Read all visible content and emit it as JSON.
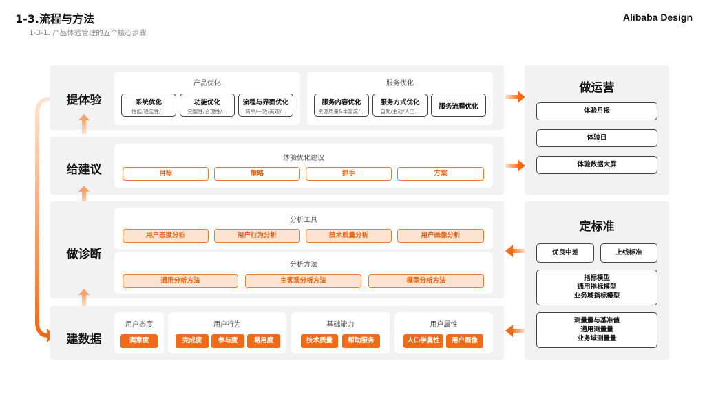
{
  "header": {
    "title": "1-3.流程与方法",
    "subtitle": "1-3-1. 产品体验管理的五个核心步骤",
    "brand": "Alibaba Design"
  },
  "rows": {
    "r1": {
      "label": "提体验",
      "groups": [
        {
          "title": "产品优化",
          "items": [
            {
              "title": "系统优化",
              "desc": "性能/稳定性/..."
            },
            {
              "title": "功能优化",
              "desc": "完整性/合理性/..."
            },
            {
              "title": "流程与界面优化",
              "desc": "简单/一致/美观/..."
            }
          ]
        },
        {
          "title": "服务优化",
          "items": [
            {
              "title": "服务内容优化",
              "desc": "资源质量&丰富度/..."
            },
            {
              "title": "服务方式优化",
              "desc": "自助/主动/人工..."
            },
            {
              "title": "服务流程优化",
              "desc": ""
            }
          ]
        }
      ]
    },
    "r2": {
      "label": "给建议",
      "title": "体验优化建议",
      "tags": [
        "目标",
        "策略",
        "抓手",
        "方案"
      ]
    },
    "r3": {
      "label": "做诊断",
      "tools_title": "分析工具",
      "tools": [
        "用户态度分析",
        "用户行为分析",
        "技术质量分析",
        "用户画像分析"
      ],
      "methods_title": "分析方法",
      "methods": [
        "通用分析方法",
        "主客观分析方法",
        "模型分析方法"
      ]
    },
    "r4": {
      "label": "建数据",
      "groups": [
        {
          "title": "用户态度",
          "tags": [
            "满意度"
          ]
        },
        {
          "title": "用户行为",
          "tags": [
            "完成度",
            "参与度",
            "易用度"
          ]
        },
        {
          "title": "基础能力",
          "tags": [
            "技术质量",
            "帮助服务"
          ]
        },
        {
          "title": "用户属性",
          "tags": [
            "人口学属性",
            "用户画像"
          ]
        }
      ]
    }
  },
  "right": {
    "ops": {
      "title": "做运营",
      "items": [
        "体验月报",
        "体验日",
        "体验数据大屏"
      ]
    },
    "std": {
      "title": "定标准",
      "pair": [
        "优良中差",
        "上线标准"
      ],
      "model": [
        "指标模型",
        "通用指标模型",
        "业务域指标模型"
      ],
      "measure": [
        "测量量与基准值",
        "通用测量量",
        "业务域测量量"
      ]
    }
  },
  "colors": {
    "accent": "#f06a18",
    "accent_light": "#fde4d2",
    "panel": "#f2f2f2"
  }
}
